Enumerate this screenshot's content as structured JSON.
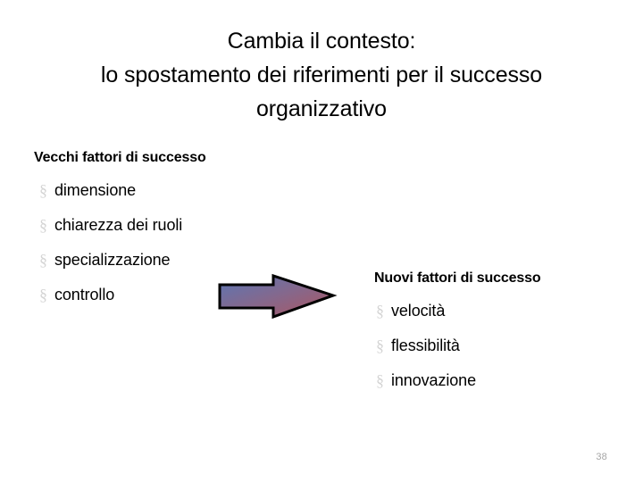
{
  "slide": {
    "title": "Cambia il contesto:\nlo spostamento dei riferimenti per il successo\norganizzativo",
    "page_number": "38",
    "background_color": "#ffffff",
    "text_color": "#000000",
    "bullet_color": "#d4d4d4",
    "page_number_color": "#a6a6a6"
  },
  "old_factors": {
    "heading": "Vecchi fattori di successo",
    "bullet_symbol": "§",
    "items": [
      {
        "bullet": "§",
        "label": "dimensione"
      },
      {
        "bullet": "§",
        "label": "chiarezza dei ruoli"
      },
      {
        "bullet": "§",
        "label": "specializzazione"
      },
      {
        "bullet": "§",
        "label": "controllo"
      }
    ]
  },
  "new_factors": {
    "heading": "Nuovi fattori di successo",
    "bullet_symbol": "§",
    "items": [
      {
        "bullet": "§",
        "label": "velocità"
      },
      {
        "bullet": "§",
        "label": "flessibilità"
      },
      {
        "bullet": "§",
        "label": "innovazione"
      }
    ]
  },
  "arrow": {
    "name": "right-arrow",
    "direction": "right",
    "gradient_start_color": "#5b76b4",
    "gradient_end_color": "#ad5560",
    "outline_color": "#000000"
  }
}
